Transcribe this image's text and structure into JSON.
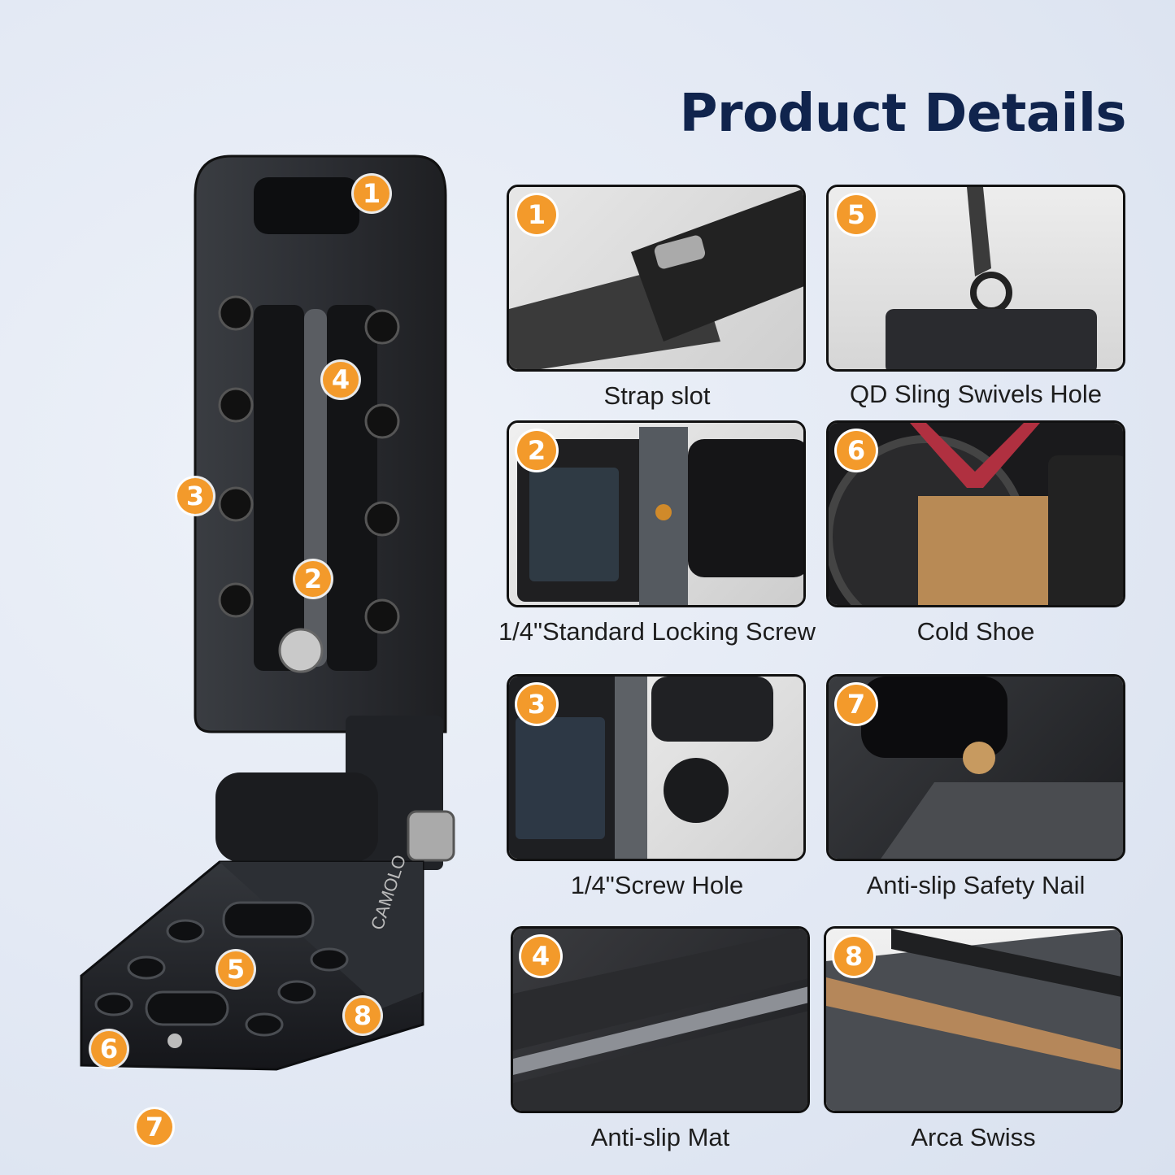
{
  "title": "Product Details",
  "product": {
    "brand_label": "CAMOLO",
    "markers": [
      "1",
      "2",
      "3",
      "4",
      "5",
      "6",
      "7",
      "8"
    ]
  },
  "details": [
    {
      "num": "1",
      "caption": "Strap slot"
    },
    {
      "num": "5",
      "caption": "QD Sling Swivels Hole"
    },
    {
      "num": "2",
      "caption": "1/4\"Standard Locking Screw"
    },
    {
      "num": "6",
      "caption": "Cold Shoe"
    },
    {
      "num": "3",
      "caption": "1/4\"Screw Hole"
    },
    {
      "num": "7",
      "caption": "Anti-slip Safety Nail"
    },
    {
      "num": "4",
      "caption": "Anti-slip Mat"
    },
    {
      "num": "8",
      "caption": "Arca Swiss"
    }
  ],
  "colors": {
    "accent": "#f39a2b",
    "title": "#10244d",
    "metal": "#2a2c30"
  }
}
